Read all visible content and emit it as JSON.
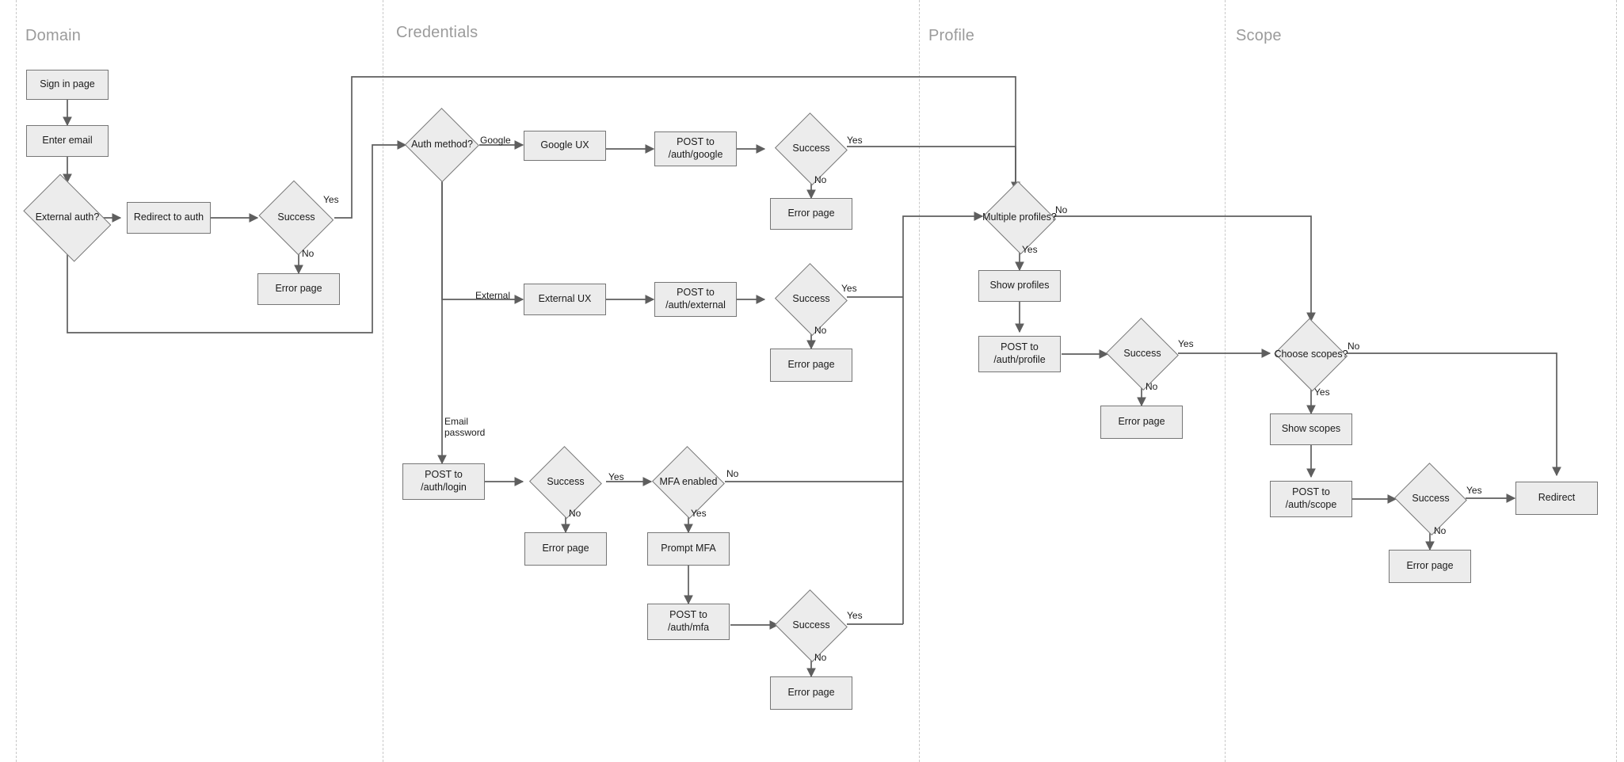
{
  "diagram": {
    "title": "Authentication flow swimlane diagram",
    "colors": {
      "node_fill": "#ececec",
      "node_stroke": "#767676",
      "edge_stroke": "#5e5e5e",
      "lane_divider": "#c9c9c9",
      "lane_title": "#9b9b9b",
      "text": "#1b1b1b",
      "background": "#ffffff"
    },
    "lanes": [
      {
        "id": "domain",
        "label": "Domain"
      },
      {
        "id": "credentials",
        "label": "Credentials"
      },
      {
        "id": "profile",
        "label": "Profile"
      },
      {
        "id": "scope",
        "label": "Scope"
      }
    ],
    "nodes": [
      {
        "id": "sign-in-page",
        "lane": "domain",
        "shape": "box",
        "label": "Sign in page"
      },
      {
        "id": "enter-email",
        "lane": "domain",
        "shape": "box",
        "label": "Enter email"
      },
      {
        "id": "external-auth",
        "lane": "domain",
        "shape": "diamond",
        "label": "External\nauth?"
      },
      {
        "id": "redirect-to-auth",
        "lane": "domain",
        "shape": "box",
        "label": "Redirect to auth"
      },
      {
        "id": "domain-success",
        "lane": "domain",
        "shape": "diamond",
        "label": "Success"
      },
      {
        "id": "domain-error",
        "lane": "domain",
        "shape": "box",
        "label": "Error page"
      },
      {
        "id": "auth-method",
        "lane": "credentials",
        "shape": "diamond",
        "label": "Auth\nmethod?"
      },
      {
        "id": "google-ux",
        "lane": "credentials",
        "shape": "box",
        "label": "Google UX"
      },
      {
        "id": "post-auth-google",
        "lane": "credentials",
        "shape": "box",
        "label": "POST to\n/auth/google"
      },
      {
        "id": "google-success",
        "lane": "credentials",
        "shape": "diamond",
        "label": "Success"
      },
      {
        "id": "google-error",
        "lane": "credentials",
        "shape": "box",
        "label": "Error page"
      },
      {
        "id": "external-ux",
        "lane": "credentials",
        "shape": "box",
        "label": "External UX"
      },
      {
        "id": "post-auth-external",
        "lane": "credentials",
        "shape": "box",
        "label": "POST to\n/auth/external"
      },
      {
        "id": "external-success",
        "lane": "credentials",
        "shape": "diamond",
        "label": "Success"
      },
      {
        "id": "external-error",
        "lane": "credentials",
        "shape": "box",
        "label": "Error page"
      },
      {
        "id": "post-auth-login",
        "lane": "credentials",
        "shape": "box",
        "label": "POST to\n/auth/login"
      },
      {
        "id": "login-success",
        "lane": "credentials",
        "shape": "diamond",
        "label": "Success"
      },
      {
        "id": "login-error",
        "lane": "credentials",
        "shape": "box",
        "label": "Error page"
      },
      {
        "id": "mfa-enabled",
        "lane": "credentials",
        "shape": "diamond",
        "label": "MFA\nenabled"
      },
      {
        "id": "prompt-mfa",
        "lane": "credentials",
        "shape": "box",
        "label": "Prompt MFA"
      },
      {
        "id": "post-auth-mfa",
        "lane": "credentials",
        "shape": "box",
        "label": "POST to\n/auth/mfa"
      },
      {
        "id": "mfa-success",
        "lane": "credentials",
        "shape": "diamond",
        "label": "Success"
      },
      {
        "id": "mfa-error",
        "lane": "credentials",
        "shape": "box",
        "label": "Error page"
      },
      {
        "id": "multiple-profiles",
        "lane": "profile",
        "shape": "diamond",
        "label": "Multiple\nprofiles?"
      },
      {
        "id": "show-profiles",
        "lane": "profile",
        "shape": "box",
        "label": "Show profiles"
      },
      {
        "id": "post-auth-profile",
        "lane": "profile",
        "shape": "box",
        "label": "POST to\n/auth/profile"
      },
      {
        "id": "profile-success",
        "lane": "profile",
        "shape": "diamond",
        "label": "Success"
      },
      {
        "id": "profile-error",
        "lane": "profile",
        "shape": "box",
        "label": "Error page"
      },
      {
        "id": "choose-scopes",
        "lane": "scope",
        "shape": "diamond",
        "label": "Choose\nscopes?"
      },
      {
        "id": "show-scopes",
        "lane": "scope",
        "shape": "box",
        "label": "Show scopes"
      },
      {
        "id": "post-auth-scope",
        "lane": "scope",
        "shape": "box",
        "label": "POST to\n/auth/scope"
      },
      {
        "id": "scope-success",
        "lane": "scope",
        "shape": "diamond",
        "label": "Success"
      },
      {
        "id": "scope-error",
        "lane": "scope",
        "shape": "box",
        "label": "Error page"
      },
      {
        "id": "redirect",
        "lane": "scope",
        "shape": "box",
        "label": "Redirect"
      }
    ],
    "edge_labels": [
      {
        "id": "domain-success-yes",
        "text": "Yes"
      },
      {
        "id": "domain-success-no",
        "text": "No"
      },
      {
        "id": "auth-method-google",
        "text": "Google"
      },
      {
        "id": "auth-method-external",
        "text": "External"
      },
      {
        "id": "auth-method-email",
        "text": "Email\npassword"
      },
      {
        "id": "google-success-yes",
        "text": "Yes"
      },
      {
        "id": "google-success-no",
        "text": "No"
      },
      {
        "id": "external-success-yes",
        "text": "Yes"
      },
      {
        "id": "external-success-no",
        "text": "No"
      },
      {
        "id": "login-success-yes",
        "text": "Yes"
      },
      {
        "id": "login-success-no",
        "text": "No"
      },
      {
        "id": "mfa-enabled-no",
        "text": "No"
      },
      {
        "id": "mfa-enabled-yes",
        "text": "Yes"
      },
      {
        "id": "mfa-success-yes",
        "text": "Yes"
      },
      {
        "id": "mfa-success-no",
        "text": "No"
      },
      {
        "id": "multiple-profiles-no",
        "text": "No"
      },
      {
        "id": "multiple-profiles-yes",
        "text": "Yes"
      },
      {
        "id": "profile-success-yes",
        "text": "Yes"
      },
      {
        "id": "profile-success-no",
        "text": "No"
      },
      {
        "id": "choose-scopes-no",
        "text": "No"
      },
      {
        "id": "choose-scopes-yes",
        "text": "Yes"
      },
      {
        "id": "scope-success-yes",
        "text": "Yes"
      },
      {
        "id": "scope-success-no",
        "text": "No"
      }
    ]
  }
}
